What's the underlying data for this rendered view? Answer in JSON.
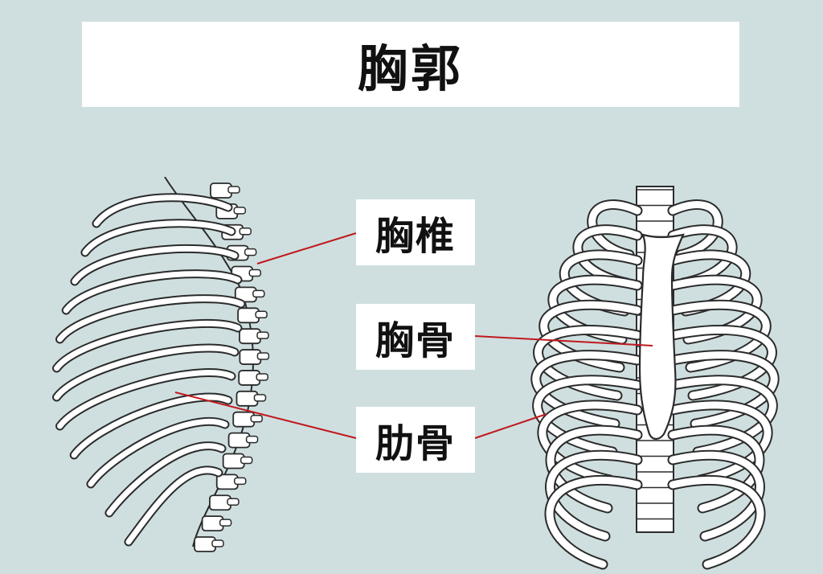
{
  "title": "胸郭",
  "labels": {
    "thoracic_vertebrae": "胸椎",
    "sternum": "胸骨",
    "ribs": "肋骨"
  },
  "colors": {
    "background": "#cfdfe0",
    "leader_line": "#c0191f",
    "bone_fill": "#ffffff",
    "bone_outline": "#2b2b2b",
    "cartilage_fill": "#e6ebec"
  }
}
